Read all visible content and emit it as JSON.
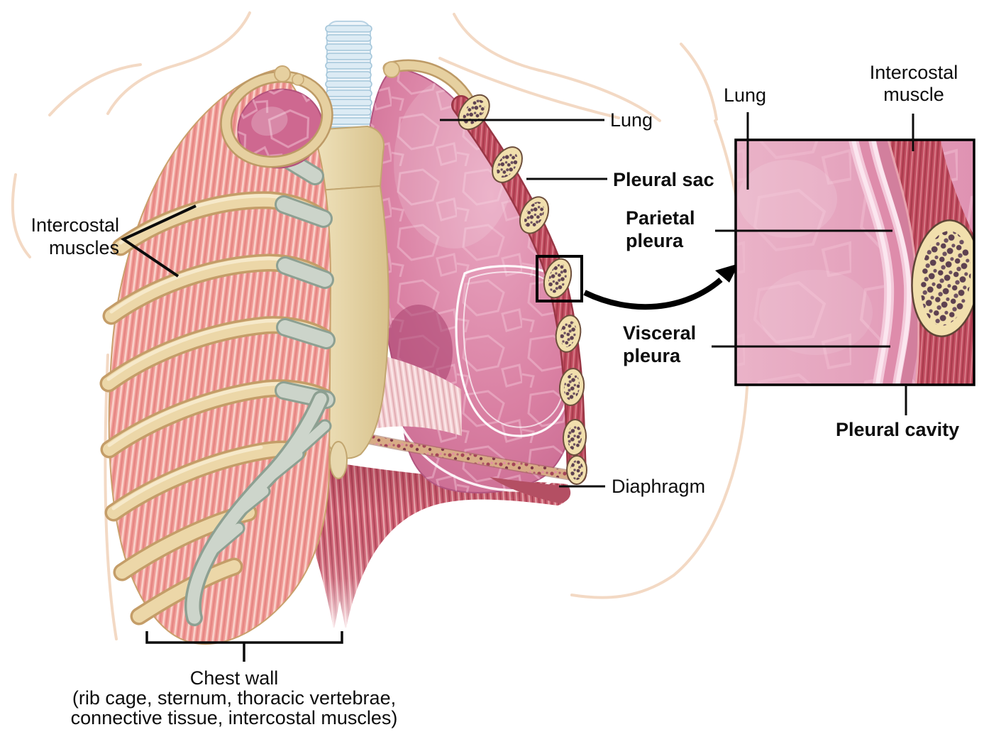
{
  "figure": {
    "labels": {
      "lung": "Lung",
      "pleural_sac": "Pleural sac",
      "parietal_pleura_line1": "Parietal",
      "parietal_pleura_line2": "pleura",
      "visceral_pleura_line1": "Visceral",
      "visceral_pleura_line2": "pleura",
      "intercostal_muscles_line1": "Intercostal",
      "intercostal_muscles_line2": "muscles",
      "diaphragm": "Diaphragm",
      "chest_wall_line1": "Chest wall",
      "chest_wall_line2": "(rib cage, sternum, thoracic vertebrae,",
      "chest_wall_line3": "connective tissue, intercostal muscles)"
    },
    "inset_labels": {
      "lung": "Lung",
      "intercostal_muscle_line1": "Intercostal",
      "intercostal_muscle_line2": "muscle",
      "pleural_cavity": "Pleural cavity"
    },
    "colors": {
      "label_text": "#0d0d0d",
      "pointer_line": "#0c0c0c",
      "lung_pink": "#d97fa2",
      "lung_highlight": "#eeb0c7",
      "intercostal_muscle_pink": "#ee9893",
      "rib_bone_cream": "#ecd7a8",
      "costal_cartilage_gray": "#ccd4ca",
      "sternum_tan": "#e6d6ac",
      "trachea_blue": "#d8e9f3",
      "red_muscle": "#c24f62",
      "bone_marrow_dark": "#5d4150",
      "diaphragm_red": "#cd5f72",
      "pleura_band_light": "#f3c9da",
      "background": "#ffffff"
    }
  }
}
